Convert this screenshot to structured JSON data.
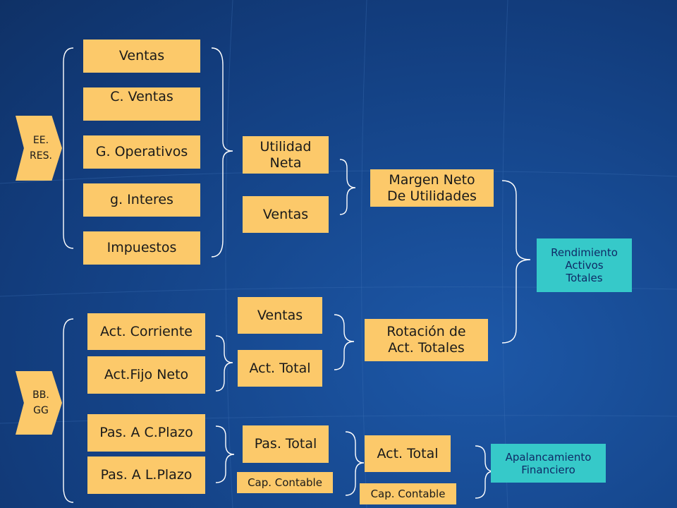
{
  "arrows": {
    "ee_res": "EE.\nRES.",
    "bb_gg": "BB.\nGG"
  },
  "boxes": {
    "ventas_1": "Ventas",
    "c_ventas": "C. Ventas",
    "g_operativos": "G. Operativos",
    "g_interes": "g. Interes",
    "impuestos": "Impuestos",
    "utilidad_neta": "Utilidad\nNeta",
    "ventas_2": "Ventas",
    "margen_neto": "Margen Neto\nDe Utilidades",
    "rendimiento": "Rendimiento\nActivos\nTotales",
    "ventas_3": "Ventas",
    "act_corriente": "Act. Corriente",
    "act_fijo_neto": "Act.Fijo Neto",
    "act_total_1": "Act. Total",
    "rotacion": "Rotación de\nAct. Totales",
    "pas_cplazo": "Pas. A C.Plazo",
    "pas_lplazo": "Pas. A L.Plazo",
    "pas_total": "Pas. Total",
    "cap_contable_1": "Cap. Contable",
    "act_total_2": "Act. Total",
    "cap_contable_2": "Cap. Contable",
    "apalancamiento": "Apalancamiento\nFinanciero"
  },
  "colors": {
    "box_fill": "#fcc96a",
    "result_fill": "#36c9c9",
    "background": "#174a92",
    "brace_stroke": "#ffffff"
  }
}
